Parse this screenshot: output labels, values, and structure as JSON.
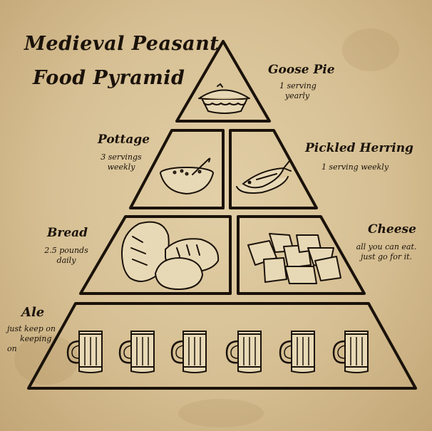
{
  "title": {
    "line1": "Medieval Peasant",
    "line2": "Food Pyramid"
  },
  "items": {
    "goose_pie": {
      "name": "Goose Pie",
      "serving_line1": "1 serving",
      "serving_line2": "yearly"
    },
    "pottage": {
      "name": "Pottage",
      "serving_line1": "3 servings",
      "serving_line2": "weekly"
    },
    "pickled_herring": {
      "name": "Pickled Herring",
      "serving_line1": "1 serving weekly"
    },
    "bread": {
      "name": "Bread",
      "serving_line1": "2.5 pounds",
      "serving_line2": "daily"
    },
    "cheese": {
      "name": "Cheese",
      "serving_line1": "all you can eat.",
      "serving_line2": "just go for it."
    },
    "ale": {
      "name": "Ale",
      "serving_line1": "just keep on",
      "serving_line2": "keeping",
      "serving_line3": "on"
    }
  },
  "colors": {
    "parchment": "#d6bf93",
    "ink": "#1a120a"
  },
  "icons": [
    "pie-icon",
    "bowl-icon",
    "fish-icon",
    "bread-icon",
    "cheese-icon",
    "mug-icon"
  ]
}
